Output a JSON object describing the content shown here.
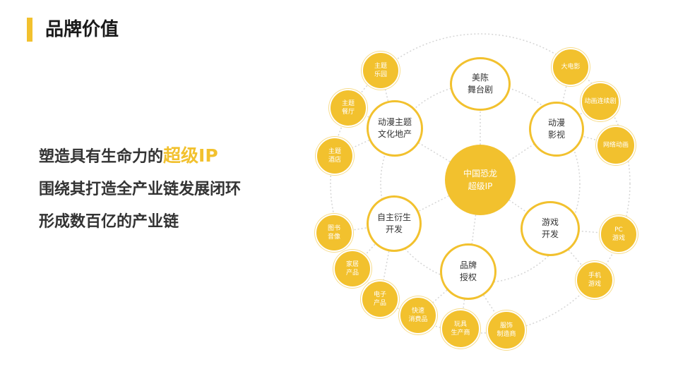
{
  "title": "品牌价值",
  "text_lines": [
    {
      "plain": "塑造具有生命力的",
      "highlight": "超级IP"
    },
    {
      "plain": "围绕其打造全产业链发展闭环",
      "highlight": ""
    },
    {
      "plain": "形成数百亿的产业链",
      "highlight": ""
    }
  ],
  "diagram": {
    "core": {
      "label": "中国恐龙\n超级IP"
    },
    "nodes": [
      {
        "id": "meichen",
        "label": "美陈\n舞台剧",
        "children": []
      },
      {
        "id": "anime-film",
        "label": "动漫\n影视",
        "children": [
          "大电影",
          "动画连续剧",
          "网络动画"
        ]
      },
      {
        "id": "game-dev",
        "label": "游戏\n开发",
        "children": [
          "PC\n游戏",
          "手机\n游戏"
        ]
      },
      {
        "id": "brand-license",
        "label": "品牌\n授权",
        "children": [
          "快速\n消费品",
          "玩具\n生产商",
          "服饰\n制造商"
        ]
      },
      {
        "id": "derivative-dev",
        "label": "自主衍生\n开发",
        "children": [
          "图书\n音像",
          "家居\n产品",
          "电子\n产品"
        ]
      },
      {
        "id": "theme-realty",
        "label": "动漫主题\n文化地产",
        "children": [
          "主题\n乐园",
          "主题\n餐厅",
          "主题\n酒店"
        ]
      }
    ]
  },
  "colors": {
    "accent": "#f2c12e",
    "text": "#333333",
    "line": "#d5d5d5"
  }
}
